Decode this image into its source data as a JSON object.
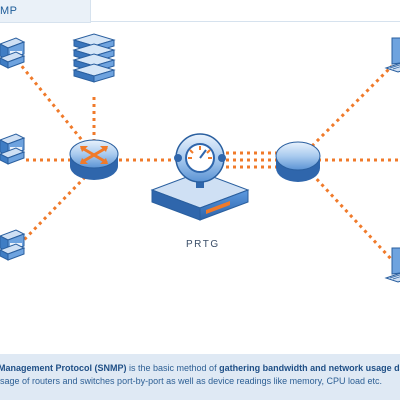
{
  "header": {
    "title_fragment": "MP"
  },
  "diagram": {
    "center_label": "PRTG",
    "nodes": [
      {
        "id": "server-left-top",
        "kind": "server"
      },
      {
        "id": "server-left-middle",
        "kind": "server"
      },
      {
        "id": "server-left-bottom",
        "kind": "server"
      },
      {
        "id": "server-stack",
        "kind": "server-stack"
      },
      {
        "id": "switch",
        "kind": "switch"
      },
      {
        "id": "prtg-appliance",
        "kind": "prtg"
      },
      {
        "id": "router",
        "kind": "router"
      },
      {
        "id": "laptop-right-top",
        "kind": "laptop"
      },
      {
        "id": "laptop-right-bottom",
        "kind": "laptop"
      }
    ],
    "colors": {
      "link": "#f07a2a",
      "device_blue": "#2f74c3",
      "device_light": "#a9c8ec",
      "caption_bg": "#dfe9f4",
      "title_tab_bg": "#eaf1f8"
    }
  },
  "caption": {
    "line1_a": " Management Protocol (SNMP)",
    "line1_b": " is the basic method of ",
    "line1_c": "gathering bandwidth and network usage data",
    "line2": "sage of routers and switches port-by-port as well as device readings like memory, CPU load etc."
  }
}
